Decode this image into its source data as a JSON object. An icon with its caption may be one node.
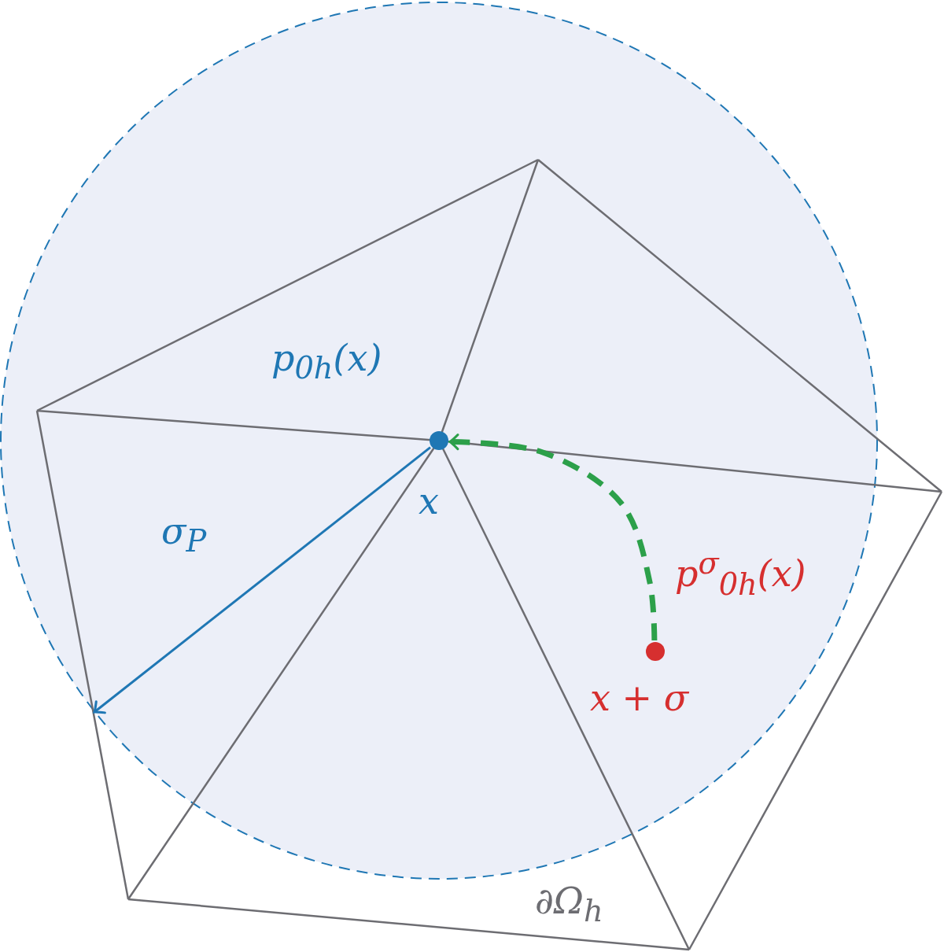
{
  "diagram": {
    "nodes": [
      {
        "text": [],
        "shape": "circle",
        "beside": [
          "x"
        ]
      },
      {
        "text": [],
        "shape": "circle",
        "beside": [
          "x + σ"
        ]
      }
    ],
    "edges": [
      {
        "from": 1,
        "to": 0,
        "arrow": "to",
        "style": "dashed",
        "color": "#2ca04a"
      },
      {
        "from": 0,
        "to": null,
        "arrow": "to",
        "label": "σ$_{P}$",
        "color": "#1f77b4"
      }
    ],
    "labels": [
      "p$_{0h}$(x)",
      "p$^{σ}$$_{0h}$(x)",
      "∂Ω$_{h}$"
    ]
  }
}
